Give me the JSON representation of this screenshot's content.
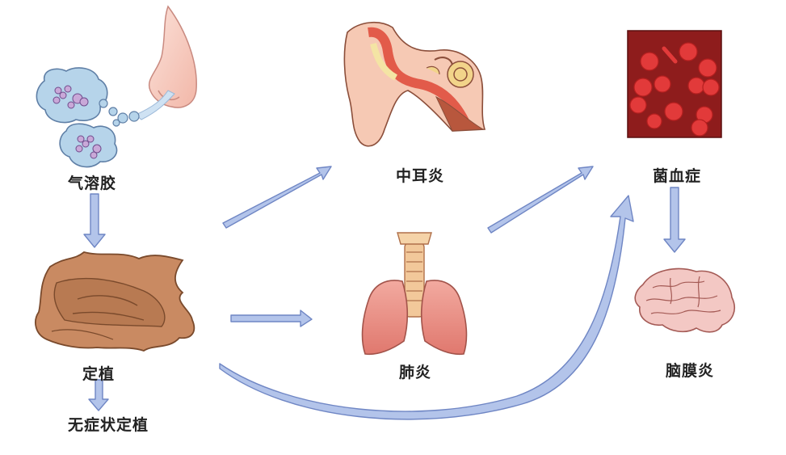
{
  "labels": {
    "aerosol": "气溶胶",
    "colonization": "定植",
    "asymptomatic": "无症状定植",
    "otitis_media": "中耳炎",
    "pneumonia": "肺炎",
    "bacteremia": "菌血症",
    "meningitis": "脑膜炎"
  },
  "colors": {
    "arrow_fill": "#b3c4ea",
    "arrow_stroke": "#6f86c4",
    "text": "#222222",
    "blood_bg": "#8e1c1c",
    "blood_cell": "#e23a3a",
    "nasal_tissue": "#c98a62",
    "lung": "#ea8f85",
    "brain": "#f3c8c4",
    "aerosol_drop": "#b6d4ea"
  },
  "icons": [
    "nose-illustration",
    "aerosol-droplets",
    "nasal-cavity-illustration",
    "ear-illustration",
    "lungs-illustration",
    "blood-cells-illustration",
    "brain-illustration"
  ]
}
